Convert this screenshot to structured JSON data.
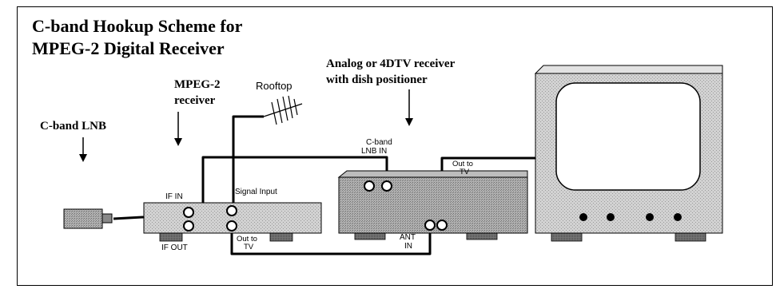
{
  "title": {
    "line1": "C-band Hookup Scheme for",
    "line2": "MPEG-2 Digital Receiver"
  },
  "labels": {
    "cband_lnb": "C-band LNB",
    "mpeg2_line1": "MPEG-2",
    "mpeg2_line2": "receiver",
    "rooftop": "Rooftop",
    "analog_line1": "Analog or 4DTV receiver",
    "analog_line2": "with dish positioner",
    "if_in": "IF IN",
    "if_out": "IF OUT",
    "signal_input": "Signal Input",
    "out_to_tv_1_line1": "Out to",
    "out_to_tv_1_line2": "TV",
    "cband_lnb_in_line1": "C-band",
    "cband_lnb_in_line2": "LNB IN",
    "out_to_tv_2_line1": "Out to",
    "out_to_tv_2_line2": "TV",
    "ant_in_line1": "ANT",
    "ant_in_line2": "IN"
  },
  "colors": {
    "cable": "#000000",
    "device_fill": "#d4d4d4",
    "device_fill_dark": "#a8a8a8",
    "feet": "#666666",
    "tv_bezel": "#cfcfcf",
    "screen": "#ffffff"
  }
}
